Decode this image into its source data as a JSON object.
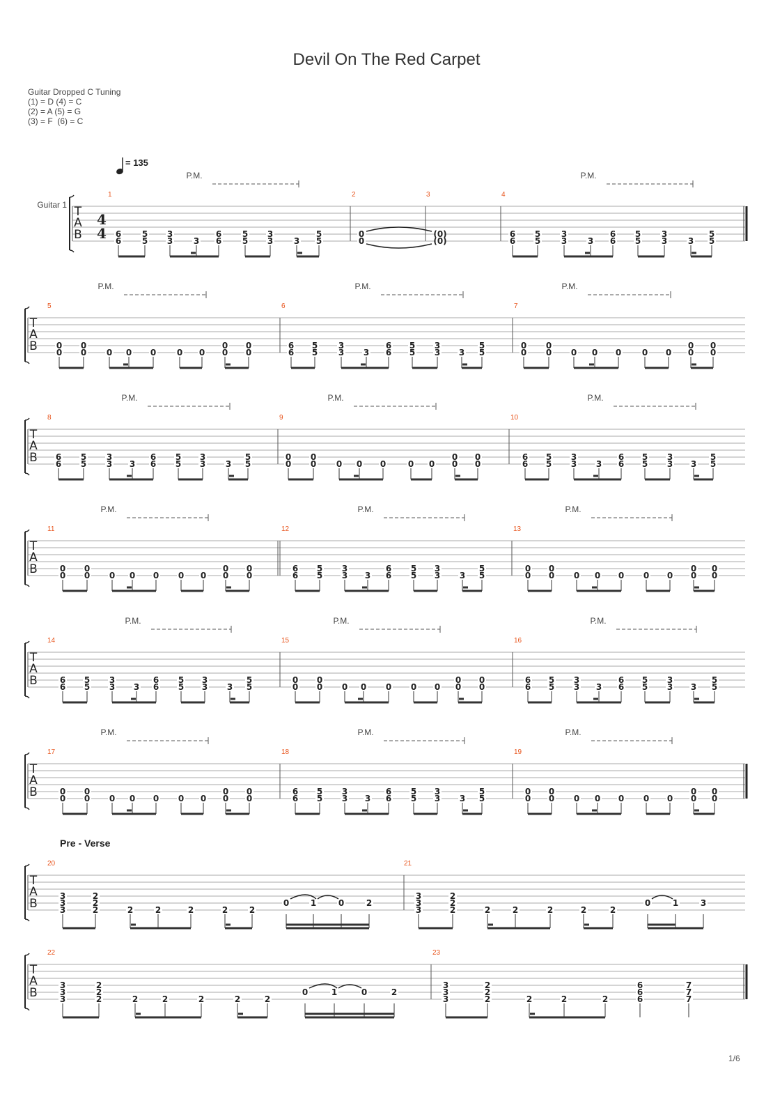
{
  "title": "Devil  On The Red Carpet",
  "tuning": {
    "name": "Guitar Dropped C Tuning",
    "lines": [
      "(1) = D (4) = C",
      "(2) = A (5) = G",
      "(3) = F  (6) = C"
    ]
  },
  "tempo": "= 135",
  "time_signature": [
    "4",
    "4"
  ],
  "instrument_label": "Guitar 1",
  "palm_mute_label": "P.M.",
  "section_label": "Pre - Verse",
  "page_number": "1/6",
  "patterns": {
    "A": [
      [
        "6",
        "6"
      ],
      [
        "5",
        "5"
      ],
      [
        "3",
        "3"
      ],
      [
        null,
        "3"
      ],
      [
        "6",
        "6"
      ],
      [
        "5",
        "5"
      ],
      [
        "3",
        "3"
      ],
      [
        null,
        "3"
      ],
      [
        "5",
        "5"
      ]
    ],
    "B": [
      [
        "0",
        "0"
      ],
      [
        "0",
        "0"
      ],
      [
        null,
        "0"
      ],
      [
        null,
        "0"
      ],
      [
        null,
        "0"
      ],
      [
        null,
        "0"
      ],
      [
        null,
        "0"
      ],
      [
        "0",
        "0"
      ],
      [
        "0",
        "0"
      ]
    ]
  },
  "measures": [
    "1",
    "2",
    "3",
    "4",
    "5",
    "6",
    "7",
    "8",
    "9",
    "10",
    "11",
    "12",
    "13",
    "14",
    "15",
    "16",
    "17",
    "18",
    "19",
    "20",
    "21",
    "22",
    "23"
  ],
  "measure2": {
    "frets": [
      "0",
      "0"
    ]
  },
  "measure3": {
    "frets": [
      "(0)",
      "(0)"
    ]
  },
  "preverse": {
    "chord_top": [
      "3",
      "3",
      "3"
    ],
    "chord_second": [
      "2",
      "2",
      "2"
    ],
    "riff_frets": [
      "2",
      "2",
      "2",
      "2",
      "2"
    ],
    "hammer_20": [
      "0",
      "1",
      "0",
      "2"
    ],
    "hammer_21": [
      "0",
      "1",
      "3"
    ],
    "end_chord_1": [
      "6",
      "6",
      "6"
    ],
    "end_chord_2": [
      "7",
      "7",
      "7"
    ]
  }
}
